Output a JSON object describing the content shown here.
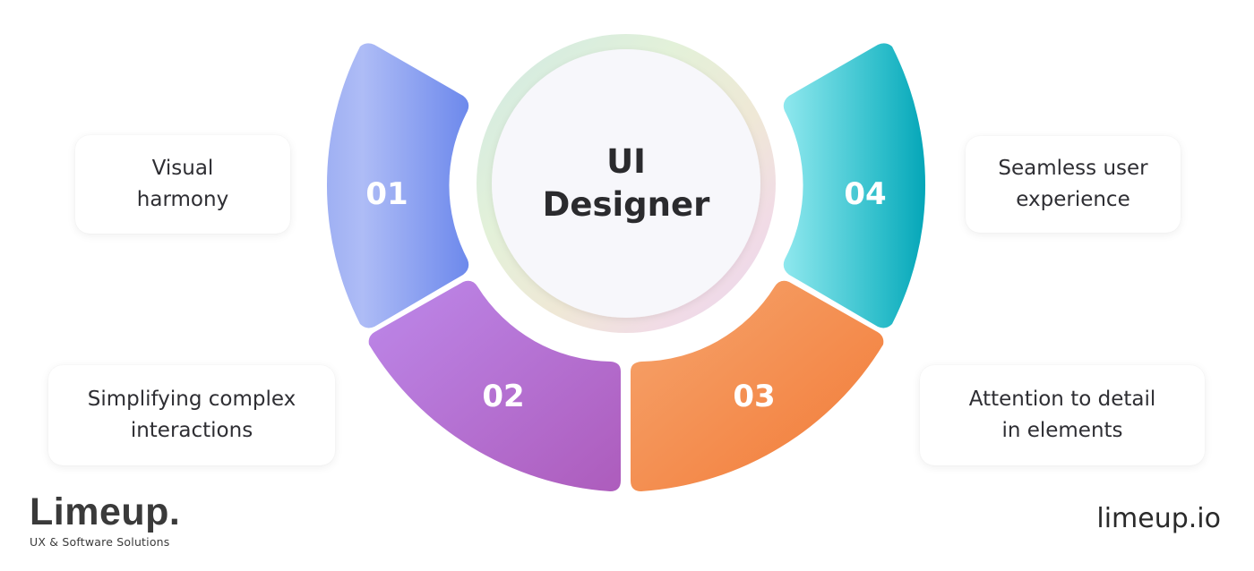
{
  "center": {
    "title_line1": "UI",
    "title_line2": "Designer"
  },
  "segments": [
    {
      "number": "01",
      "color_start": "#aebcf6",
      "color_end": "#6b88ec",
      "position": "left"
    },
    {
      "number": "02",
      "color_start": "#bb86e8",
      "color_end": "#ad5fbd",
      "position": "bottom-left"
    },
    {
      "number": "03",
      "color_start": "#f6a068",
      "color_end": "#f27d3a",
      "position": "bottom-right"
    },
    {
      "number": "04",
      "color_start": "#8de6ec",
      "color_end": "#08a9ba",
      "position": "right"
    }
  ],
  "cards": [
    {
      "id": "visual-harmony",
      "line1": "Visual",
      "line2": "harmony",
      "segment": "01"
    },
    {
      "id": "simplifying-complex-interactions",
      "line1": "Simplifying complex",
      "line2": "interactions",
      "segment": "02"
    },
    {
      "id": "attention-to-detail",
      "line1": "Attention to detail",
      "line2": "in elements",
      "segment": "03"
    },
    {
      "id": "seamless-user-experience",
      "line1": "Seamless user",
      "line2": "experience",
      "segment": "04"
    }
  ],
  "brand": {
    "logo_text": "Limeup.",
    "tagline": "UX & Software Solutions",
    "website": "limeup.io"
  },
  "colors": {
    "text_dark": "#2e2e33",
    "background": "#ffffff",
    "center_fill": "#f7f7fb"
  }
}
